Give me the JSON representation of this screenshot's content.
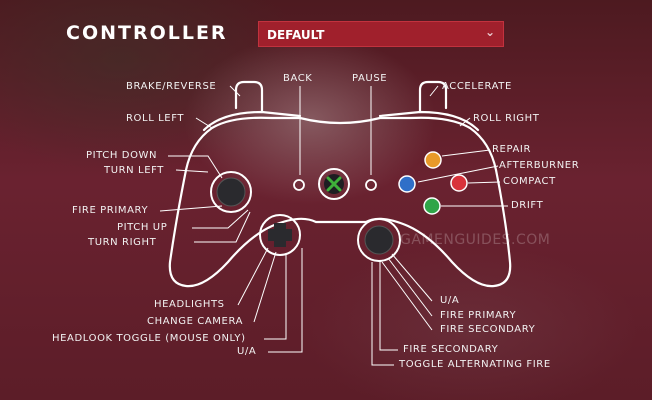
{
  "header": {
    "title": "CONTROLLER",
    "preset_value": "DEFAULT"
  },
  "labels": {
    "brake_reverse": "BRAKE/REVERSE",
    "roll_left": "ROLL LEFT",
    "back": "BACK",
    "pause": "PAUSE",
    "accelerate": "ACCELERATE",
    "roll_right": "ROLL RIGHT",
    "pitch_down": "PITCH DOWN",
    "turn_left": "TURN LEFT",
    "fire_primary_left": "FIRE PRIMARY",
    "pitch_up": "PITCH UP",
    "turn_right": "TURN RIGHT",
    "repair": "REPAIR",
    "afterburner": "AFTERBURNER",
    "compact": "COMPACT",
    "drift": "DRIFT",
    "headlights": "HEADLIGHTS",
    "change_camera": "CHANGE CAMERA",
    "headlook_toggle": "HEADLOOK TOGGLE (MOUSE ONLY)",
    "ua_left": "U/A",
    "ua_right": "U/A",
    "fire_primary_right": "FIRE PRIMARY",
    "fire_secondary_right": "FIRE SECONDARY",
    "fire_secondary_bottom": "FIRE SECONDARY",
    "toggle_alternating_fire": "TOGGLE ALTERNATING FIRE"
  },
  "watermark": "GAMENGUIDES.COM",
  "colors": {
    "button_y": "#e89a2a",
    "button_x": "#2f6fc8",
    "button_b": "#d8323a",
    "button_a": "#2fa548",
    "guide": "#3fb03a",
    "dropdown": "#a0202c"
  }
}
